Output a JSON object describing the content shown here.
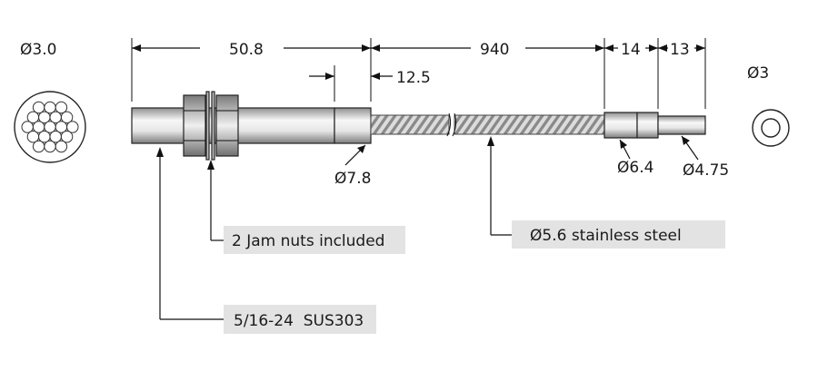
{
  "dimensions": {
    "bundle_dia": "Ø3.0",
    "body_length": "50.8",
    "tip_length": "12.5",
    "cable_length": "940",
    "ferrule_length": "14",
    "end_length": "13",
    "end_dia": "Ø3",
    "body_dia": "Ø7.8",
    "ferrule_dia": "Ø6.4",
    "end_tube_dia": "Ø4.75"
  },
  "notes": {
    "jam_nuts": "2 Jam nuts included",
    "sheath": "Ø5.6 stainless steel",
    "thread": "5/16-24  SUS303"
  },
  "colors": {
    "label_bg": "#e3e3e3",
    "metal_light": "#f4f4f4",
    "metal_mid": "#cfcfcf",
    "metal_dark": "#8a8a8a"
  }
}
